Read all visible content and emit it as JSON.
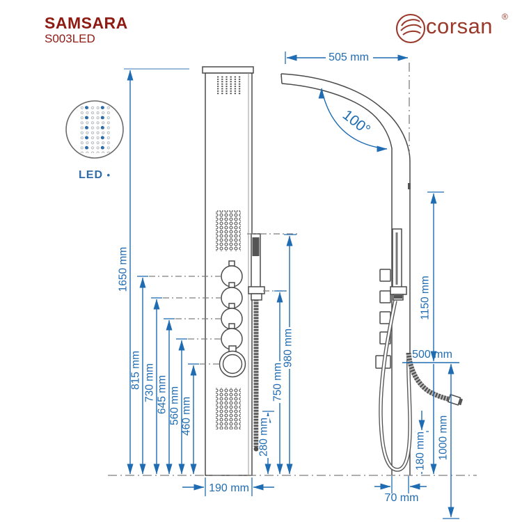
{
  "header": {
    "product_name": "SAMSARA",
    "model_code": "S003LED",
    "brand": "corsan",
    "registered_mark": "®"
  },
  "led_detail": {
    "label": "LED",
    "bullet": "•"
  },
  "dimensions": {
    "total_height": "1650 mm",
    "knob_top": "815 mm",
    "knob_2": "730 mm",
    "knob_3": "645 mm",
    "knob_4": "560 mm",
    "mixer_knob": "460 mm",
    "hose_end": "280 mm",
    "holder_height": "750 mm",
    "handle_top": "980 mm",
    "panel_width": "190 mm",
    "head_reach": "505 mm",
    "head_angle": "100°",
    "side_upper": "1150 mm",
    "side_connection": "500 mm",
    "hose_drop": "180 mm",
    "outlet_drop": "1000 mm",
    "panel_depth": "70 mm"
  },
  "colors": {
    "dimension_blue": "#1f6cb2",
    "brand_red": "#8e1a12",
    "logo_red": "#9a392a",
    "drawing_gray": "#4a4a4a",
    "led_blue": "#2d6ca8",
    "dash_gray": "#7e7e7e",
    "light_blue": "#5b8fc4"
  }
}
